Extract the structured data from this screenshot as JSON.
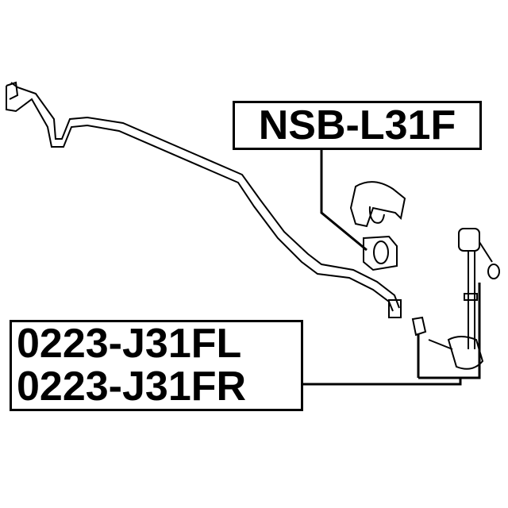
{
  "labels": {
    "bushing": "NSB-L31F",
    "link_left": "0223-J31FL",
    "link_right": "0223-J31FR"
  }
}
